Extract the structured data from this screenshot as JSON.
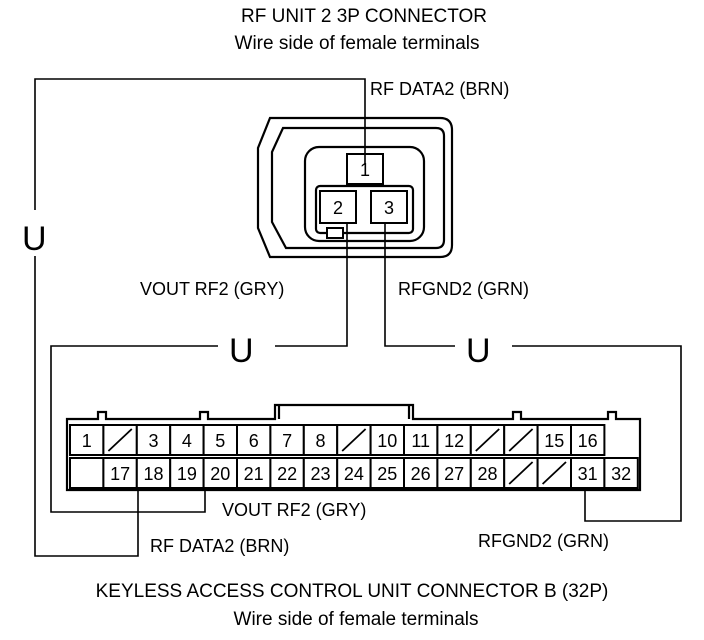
{
  "top_connector": {
    "title": "RF UNIT 2 3P CONNECTOR",
    "subtitle": "Wire side of female terminals",
    "pins": [
      "1",
      "2",
      "3"
    ],
    "labels": {
      "pin1": "RF DATA2 (BRN)",
      "pin2": "VOUT RF2 (GRY)",
      "pin3": "RFGND2 (GRN)"
    }
  },
  "bottom_connector": {
    "title": "KEYLESS ACCESS CONTROL UNIT CONNECTOR B (32P)",
    "subtitle": "Wire side of female terminals",
    "row1": [
      "1",
      "/",
      "3",
      "4",
      "5",
      "6",
      "7",
      "8",
      "/",
      "10",
      "11",
      "12",
      "/",
      "/",
      "15",
      "16"
    ],
    "row2": [
      "",
      "17",
      "18",
      "19",
      "20",
      "21",
      "22",
      "23",
      "24",
      "25",
      "26",
      "27",
      "28",
      "/",
      "/",
      "31",
      "32"
    ],
    "labels": {
      "vout": "VOUT RF2 (GRY)",
      "rfdata": "RF DATA2 (BRN)",
      "rfgnd": "RFGND2 (GRN)"
    }
  },
  "u_symbol": "U"
}
